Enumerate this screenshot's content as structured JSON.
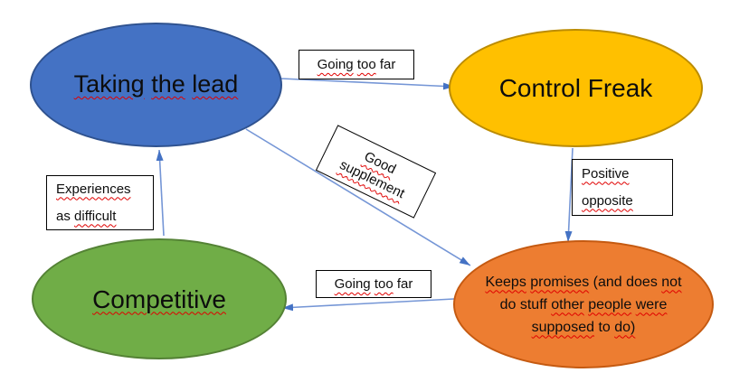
{
  "colors": {
    "background": "#FFFFFF",
    "text": "#0D0D0D",
    "blue-fill": "#4472C4",
    "blue-border": "#2F528F",
    "yellow-fill": "#FFC000",
    "yellow-border": "#BC8C00",
    "green-fill": "#70AD47",
    "green-border": "#548235",
    "orange-fill": "#ED7D31",
    "orange-border": "#C55A11",
    "arrow": "#4472C4",
    "arrow-line": "#7596D6",
    "box-border": "#000000",
    "squiggle": "#E00000"
  },
  "nodes": {
    "taking_the_lead": {
      "label": "Taking the lead",
      "lines": [
        [
          {
            "t": "Taking",
            "sq": true
          },
          {
            "t": "the",
            "sq": true
          },
          {
            "t": "lead",
            "sq": true
          }
        ]
      ]
    },
    "control_freak": {
      "label": "Control Freak",
      "lines": [
        [
          {
            "t": "Control",
            "sq": false
          },
          {
            "t": "Freak",
            "sq": false
          }
        ]
      ]
    },
    "competitive": {
      "label": "Competitive",
      "lines": [
        [
          {
            "t": "Competitive",
            "sq": true
          }
        ]
      ]
    },
    "keeps_promises": {
      "label": "Keeps promises (and does not do stuff other people were supposed to do)",
      "lines": [
        [
          {
            "t": "Keeps",
            "sq": true
          },
          {
            "t": "promises",
            "sq": true
          },
          {
            "t": "(and",
            "sq": false
          },
          {
            "t": "does",
            "sq": false
          },
          {
            "t": "not",
            "sq": true
          }
        ],
        [
          {
            "t": "do",
            "sq": false
          },
          {
            "t": "stuff",
            "sq": false
          },
          {
            "t": "other",
            "sq": true
          },
          {
            "t": "people",
            "sq": true
          },
          {
            "t": "were",
            "sq": true
          }
        ],
        [
          {
            "t": "supposed",
            "sq": true
          },
          {
            "t": "to",
            "sq": false
          },
          {
            "t": "do)",
            "sq": true
          }
        ]
      ]
    }
  },
  "edge_labels": {
    "going_too_far_top": {
      "label": "Going too far",
      "lines": [
        [
          {
            "t": "Going",
            "sq": true
          },
          {
            "t": "too",
            "sq": true
          },
          {
            "t": "far",
            "sq": false
          }
        ]
      ]
    },
    "good_supplement": {
      "label": "Good supplement",
      "lines": [
        [
          {
            "t": "Good",
            "sq": true
          }
        ],
        [
          {
            "t": "supplement",
            "sq": true
          }
        ]
      ]
    },
    "positive_opposite": {
      "label": "Positive opposite",
      "lines": [
        [
          {
            "t": "Positive",
            "sq": true
          }
        ],
        [
          {
            "t": "opposite",
            "sq": true
          }
        ]
      ]
    },
    "experiences_as_difficult": {
      "label": "Experiences as difficult",
      "lines": [
        [
          {
            "t": "Experiences",
            "sq": true
          }
        ],
        [
          {
            "t": "as",
            "sq": false
          },
          {
            "t": "difficult",
            "sq": true
          }
        ]
      ]
    },
    "going_too_far_bottom": {
      "label": "Going too far",
      "lines": [
        [
          {
            "t": "Going",
            "sq": true
          },
          {
            "t": "too",
            "sq": true
          },
          {
            "t": "far",
            "sq": false
          }
        ]
      ]
    }
  }
}
